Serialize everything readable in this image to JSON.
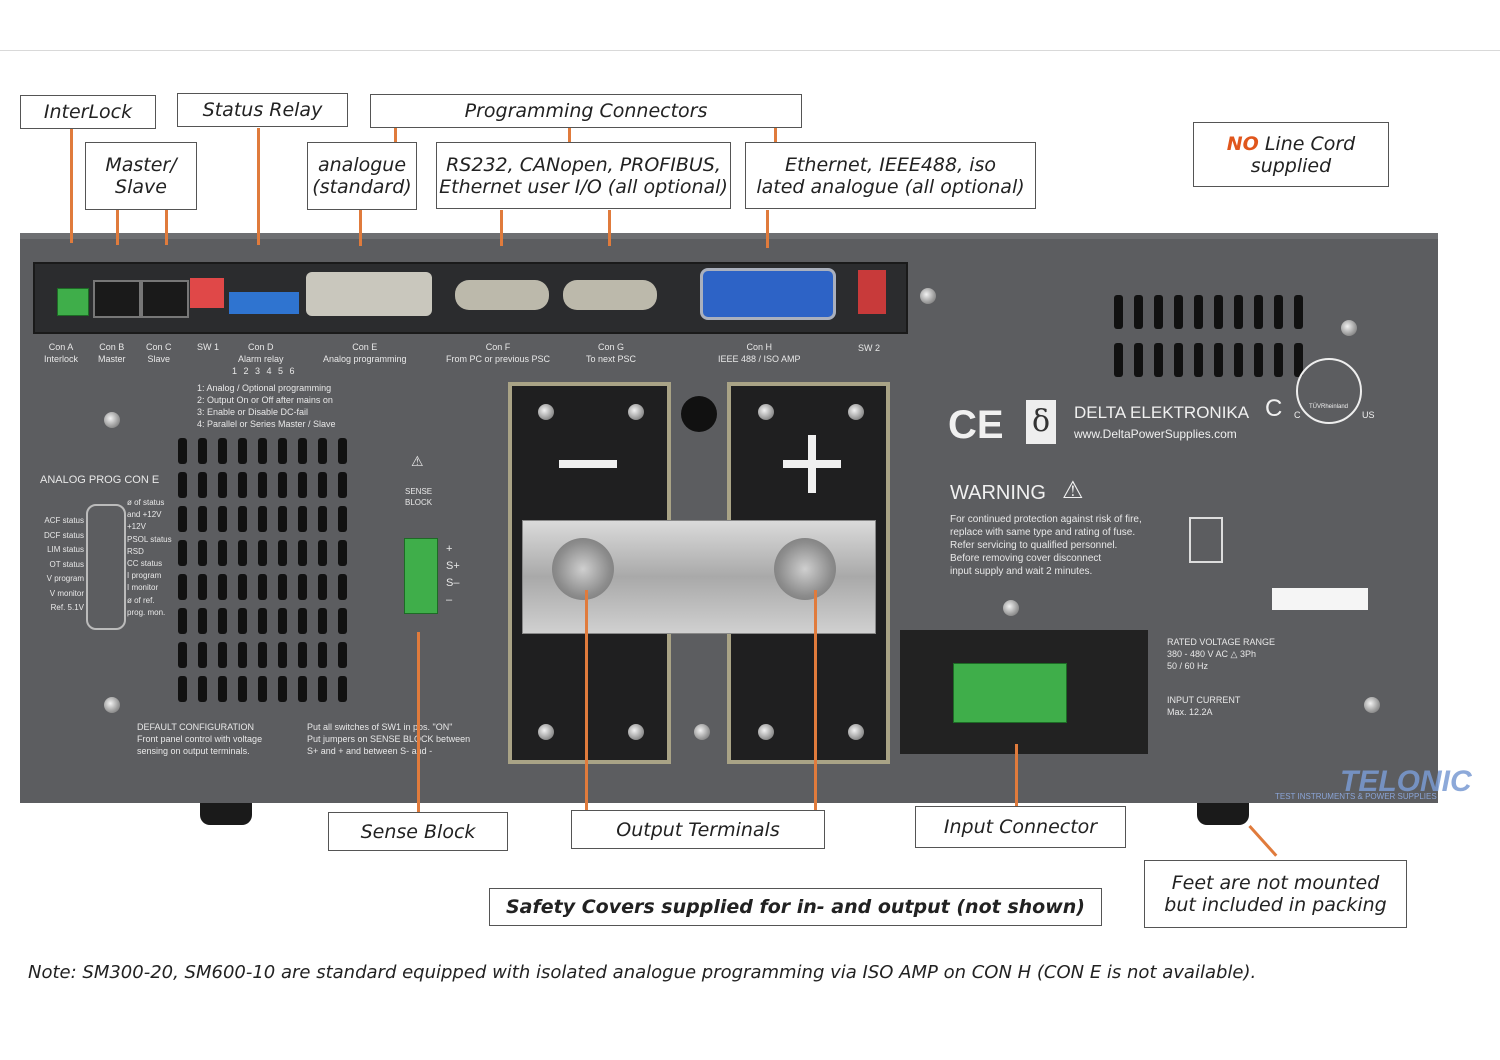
{
  "callouts": {
    "interlock": "InterLock",
    "status_relay": "Status Relay",
    "programming_connectors": "Programming Connectors",
    "master_slave": "Master/\nSlave",
    "analogue_standard": "analogue\n(standard)",
    "rs232": "RS232, CANopen, PROFIBUS,\nEthernet user I/O (all optional)",
    "ethernet": "Ethernet, IEEE488, iso\nlated analogue (all optional)",
    "no_line_cord_no": "NO",
    "no_line_cord_rest": " Line Cord\nsupplied",
    "sense_block": "Sense Block",
    "output_terminals": "Output Terminals",
    "input_connector": "Input Connector",
    "safety_covers": "Safety Covers supplied for in- and output (not shown)",
    "feet": "Feet  are not mounted\nbut  included in packing"
  },
  "note": "Note: SM300-20, SM600-10 are standard equipped with isolated analogue programming via ISO AMP on CON H (CON E is not available).",
  "panel": {
    "con_a": "Con A\nInterlock",
    "con_b": "Con B\nMaster",
    "con_c": "Con C\nSlave",
    "sw1": "SW 1",
    "con_d": "Con D\nAlarm relay",
    "con_d_pins": "1 2 3 4 5 6",
    "con_e": "Con E\nAnalog programming",
    "con_f": "Con F\nFrom PC or previous PSC",
    "con_g": "Con G\nTo next PSC",
    "con_h": "Con H\nIEEE 488 / ISO AMP",
    "sw2": "SW 2",
    "sw1_legend": "1: Analog / Optional programming\n2: Output On or Off   after mains on\n3: Enable or Disable   DC-fail\n4: Parallel or Series   Master / Slave",
    "analog_prog": "ANALOG PROG CON E",
    "analog_left": "ACF status\nDCF status\nLIM status\nOT status\nV program\nV monitor\nRef. 5.1V",
    "analog_right": "ø of status\nand +12V\n+12V\nPSOL status\nRSD\nCC status\nI program\nI monitor\nø of ref.\nprog. mon.",
    "sense_block_label": "SENSE\nBLOCK",
    "sense_pins": "+\nS+\nS–\n–",
    "default_config": "DEFAULT CONFIGURATION\nFront panel control with voltage\nsensing on output terminals.",
    "put_switches": "Put all switches of SW1 in pos. \"ON\"\nPut jumpers on SENSE BLOCK between\nS+ and + and between S- and -",
    "brand": "DELTA  ELEKTRONIKA",
    "website": "www.DeltaPowerSupplies.com",
    "warning_title": "WARNING",
    "warning_text": "For continued protection against risk of fire,\nreplace with same type and rating of fuse.\nRefer servicing to qualified personnel.\nBefore removing cover disconnect\ninput supply and wait 2 minutes.",
    "rated": "RATED VOLTAGE RANGE\n380 - 480 V AC   △ 3Ph\n50 / 60 Hz",
    "input_current": "INPUT CURRENT\nMax. 12.2A",
    "telonic": "TELONIC",
    "telonic_sub": "TEST INSTRUMENTS & POWER SUPPLIES",
    "tuv": "TÜVRheinland",
    "c_mark": "C",
    "us_mark": "US",
    "ce_mark": "CE",
    "c_left": "C"
  }
}
